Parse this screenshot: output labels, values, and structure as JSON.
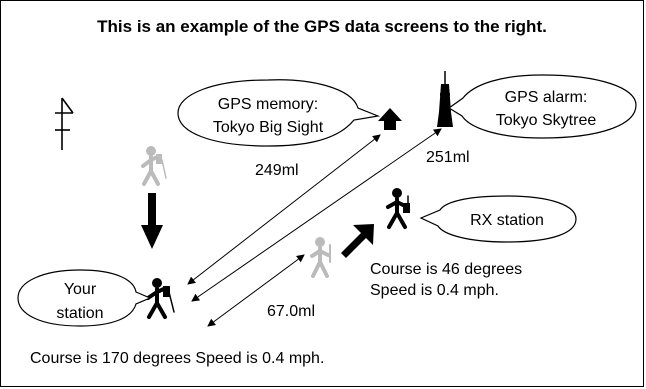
{
  "title": "This is an example of the GPS data screens to the right.",
  "callouts": {
    "memory": {
      "line1": "GPS memory:",
      "line2": "Tokyo Big Sight"
    },
    "alarm": {
      "line1": "GPS alarm:",
      "line2": "Tokyo Skytree"
    },
    "rx": {
      "line1": "RX station"
    },
    "your": {
      "line1": "Your",
      "line2": "station"
    }
  },
  "distances": {
    "memory": "249ml",
    "alarm": "251ml",
    "rx": "67.0ml"
  },
  "rx_info": {
    "course": "Course is 46 degrees",
    "speed": "Speed is 0.4 mph."
  },
  "your_info": "Course is 170 degrees Speed is 0.4 mph.",
  "colors": {
    "ink": "#000000",
    "ghost": "#bbbbbb"
  },
  "icons": [
    "north-arrow-icon",
    "walker-icon",
    "building-icon",
    "tower-icon",
    "direction-arrow-icon"
  ]
}
